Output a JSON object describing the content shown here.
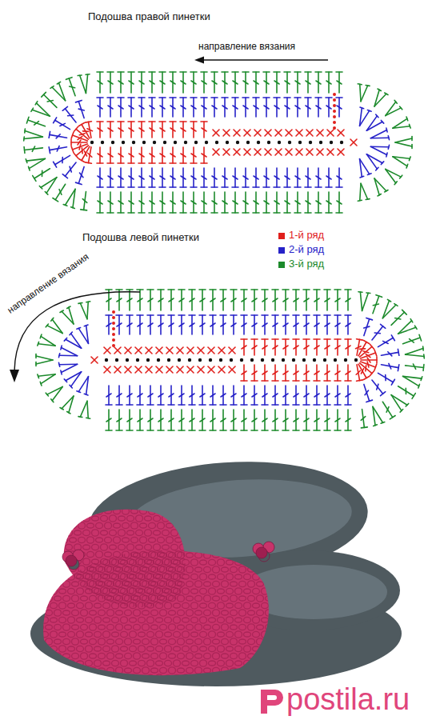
{
  "diagram": {
    "labels": [
      "Подошва правой пинетки",
      "направление вязания",
      "Подошва левой пинетки",
      "направление вязания",
      "postila.ru"
    ],
    "legend": [
      {
        "text": "1-й ряд",
        "color": "#e0201c"
      },
      {
        "text": "2-й ряд",
        "color": "#2622c8"
      },
      {
        "text": "3-й ряд",
        "color": "#1c8a2b"
      }
    ]
  }
}
